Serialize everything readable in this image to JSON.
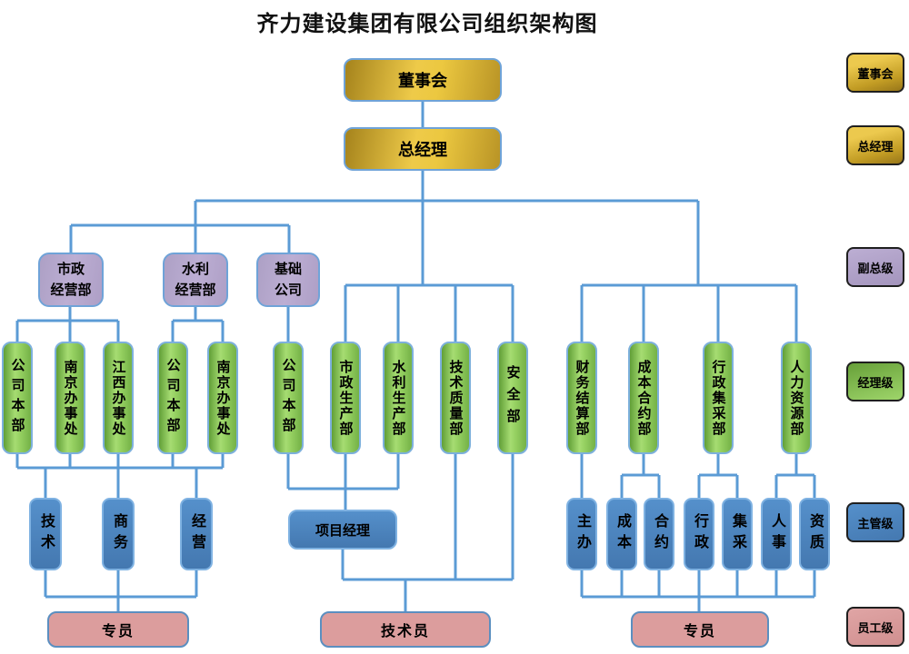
{
  "title": "齐力建设集团有限公司组织架构图",
  "colors": {
    "connector": "#5b9bd5",
    "gold": "#e0bb3c",
    "purple": "#b5a8cc",
    "green": "#8cc659",
    "blue": "#4d86c2",
    "pink": "#dc9d9d"
  },
  "nodes": {
    "board": "董事会",
    "general_manager": "总经理",
    "municipal_dept": "市政\n经营部",
    "water_dept": "水利\n经营部",
    "basic_company": "基础\n公司",
    "left_company_hq": "公司本部",
    "left_nanjing_office": "南京办事处",
    "left_jiangxi_office": "江西办事处",
    "left_company_hq2": "公司本部",
    "left_nanjing_office2": "南京办事处",
    "mid_company_hq": "公司本部",
    "municipal_production": "市政生产部",
    "water_production": "水利生产部",
    "tech_quality": "技术质量部",
    "safety": "安全部",
    "finance_settlement": "财务结算部",
    "cost_contract": "成本合约部",
    "admin_procurement": "行政集采部",
    "human_resources": "人力资源部",
    "tech": "技术",
    "commerce": "商务",
    "operation": "经营",
    "project_manager": "项目经理",
    "zhuban": "主办",
    "cost": "成本",
    "contract": "合约",
    "admin": "行政",
    "procurement": "集采",
    "personnel": "人事",
    "qualification": "资质",
    "staff_left": "专员",
    "staff_mid": "技术员",
    "staff_right": "专员"
  },
  "legend": {
    "l1": "董事会",
    "l2": "总经理",
    "l3": "副总级",
    "l4": "经理级",
    "l5": "主管级",
    "l6": "员工级"
  }
}
